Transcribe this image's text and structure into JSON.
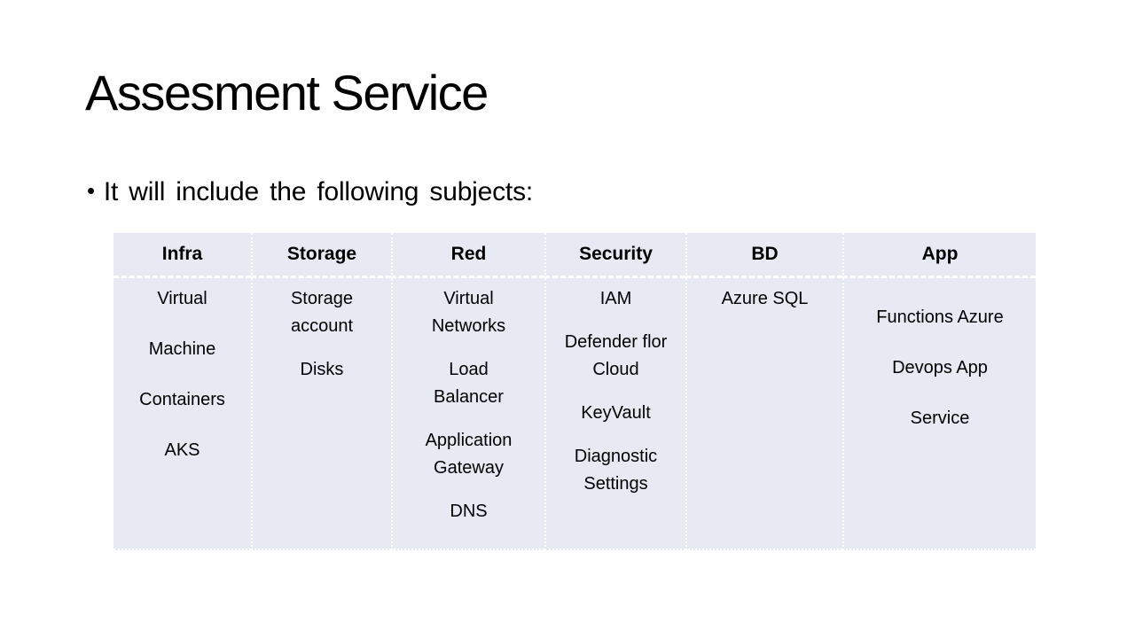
{
  "slide": {
    "title": "Assesment Service",
    "bullet_glyph": "•",
    "bullet_text": "It will include the following subjects:"
  },
  "table": {
    "cell_bg": "#e7e9f3",
    "divider_color": "#ffffff",
    "columns": [
      {
        "header": "Infra",
        "items": [
          "Virtual",
          "Machine",
          "Containers",
          "AKS"
        ]
      },
      {
        "header": "Storage",
        "items": [
          "Storage\naccount",
          "Disks"
        ]
      },
      {
        "header": "Red",
        "items": [
          "Virtual\nNetworks",
          "Load\nBalancer",
          "Application\nGateway",
          "DNS"
        ]
      },
      {
        "header": "Security",
        "items": [
          "IAM",
          "Defender flor\nCloud",
          "KeyVault",
          "Diagnostic\nSettings"
        ]
      },
      {
        "header": "BD",
        "items": [
          "Azure SQL"
        ]
      },
      {
        "header": "App",
        "items": [
          "Functions Azure",
          "Devops App",
          "Service"
        ]
      }
    ]
  }
}
